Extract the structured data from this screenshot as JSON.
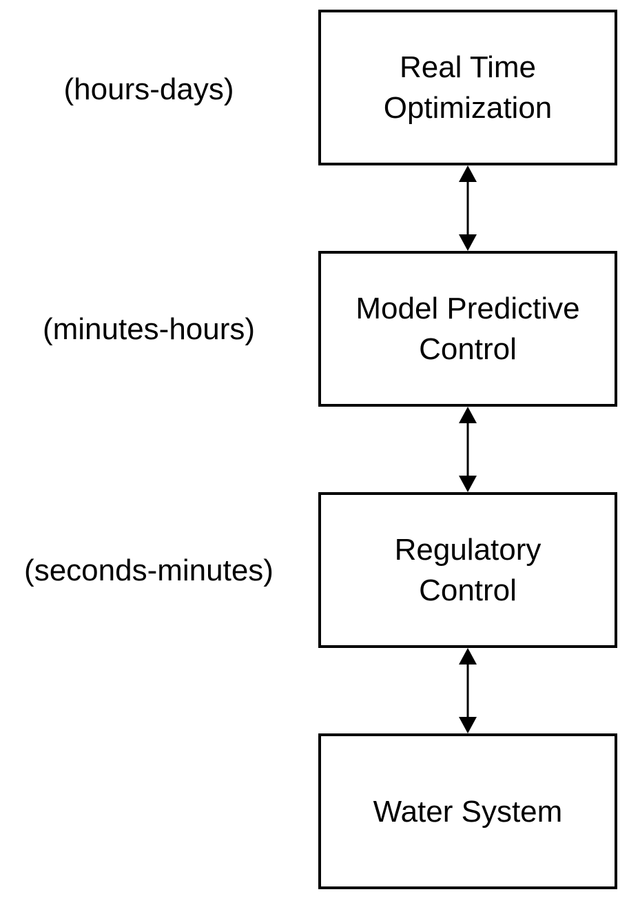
{
  "levels": [
    {
      "title": [
        "Real Time",
        "Optimization"
      ],
      "timescale": "(hours-days)"
    },
    {
      "title": [
        "Model Predictive",
        "Control"
      ],
      "timescale": "(minutes-hours)"
    },
    {
      "title": [
        "Regulatory",
        "Control"
      ],
      "timescale": "(seconds-minutes)"
    },
    {
      "title": [
        "Water System"
      ]
    }
  ],
  "connections": [
    {
      "from": "Real Time Optimization",
      "to": "Model Predictive Control",
      "direction": "bidirectional"
    },
    {
      "from": "Model Predictive Control",
      "to": "Regulatory Control",
      "direction": "bidirectional"
    },
    {
      "from": "Regulatory Control",
      "to": "Water System",
      "direction": "bidirectional"
    }
  ]
}
